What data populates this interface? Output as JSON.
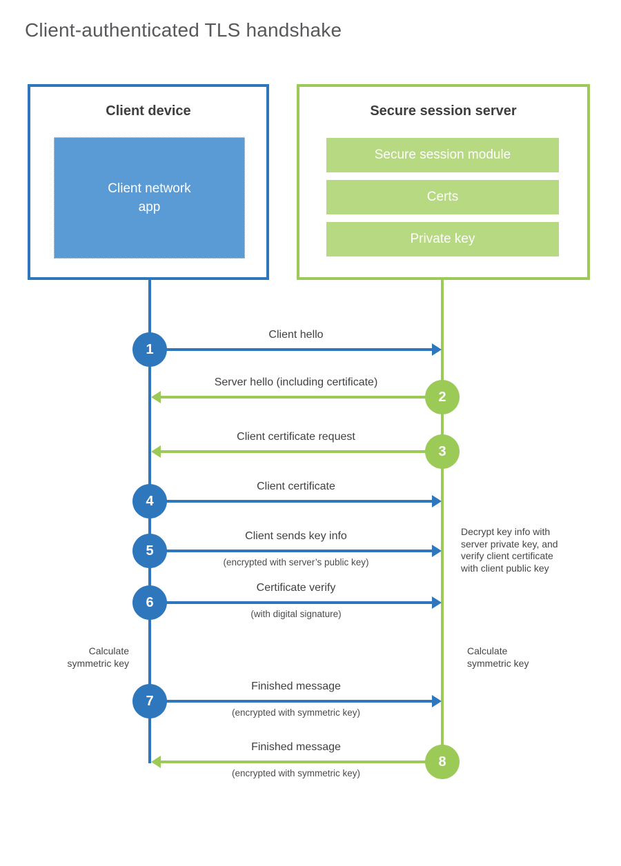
{
  "title": "Client-authenticated TLS handshake",
  "colors": {
    "client_blue": "#2e77bd",
    "client_light_blue": "#5b9bd5",
    "server_green": "#9cca56",
    "server_light_green": "#b6d981",
    "text_dark": "#414042",
    "title_gray": "#57585b"
  },
  "client": {
    "title": "Client device",
    "app_label": "Client network\napp"
  },
  "server": {
    "title": "Secure session server",
    "modules": [
      "Secure session module",
      "Certs",
      "Private key"
    ]
  },
  "steps": [
    {
      "num": "1",
      "label": "Client hello",
      "direction": "client-to-server"
    },
    {
      "num": "2",
      "label": "Server hello (including certificate)",
      "direction": "server-to-client"
    },
    {
      "num": "3",
      "label": "Client certificate request",
      "direction": "server-to-client"
    },
    {
      "num": "4",
      "label": "Client certificate",
      "direction": "client-to-server"
    },
    {
      "num": "5",
      "label": "Client sends key info",
      "sublabel": "(encrypted with server’s public key)",
      "direction": "client-to-server"
    },
    {
      "num": "6",
      "label": "Certificate verify",
      "sublabel": "(with digital signature)",
      "direction": "client-to-server"
    },
    {
      "num": "7",
      "label": "Finished message",
      "sublabel": "(encrypted with symmetric key)",
      "direction": "client-to-server"
    },
    {
      "num": "8",
      "label": "Finished message",
      "sublabel": "(encrypted with symmetric key)",
      "direction": "server-to-client"
    }
  ],
  "annotations": {
    "decrypt_note": "Decrypt key info with\nserver private key, and\nverify client certificate\nwith client public key",
    "calc_left": "Calculate\nsymmetric key",
    "calc_right": "Calculate\nsymmetric key"
  }
}
